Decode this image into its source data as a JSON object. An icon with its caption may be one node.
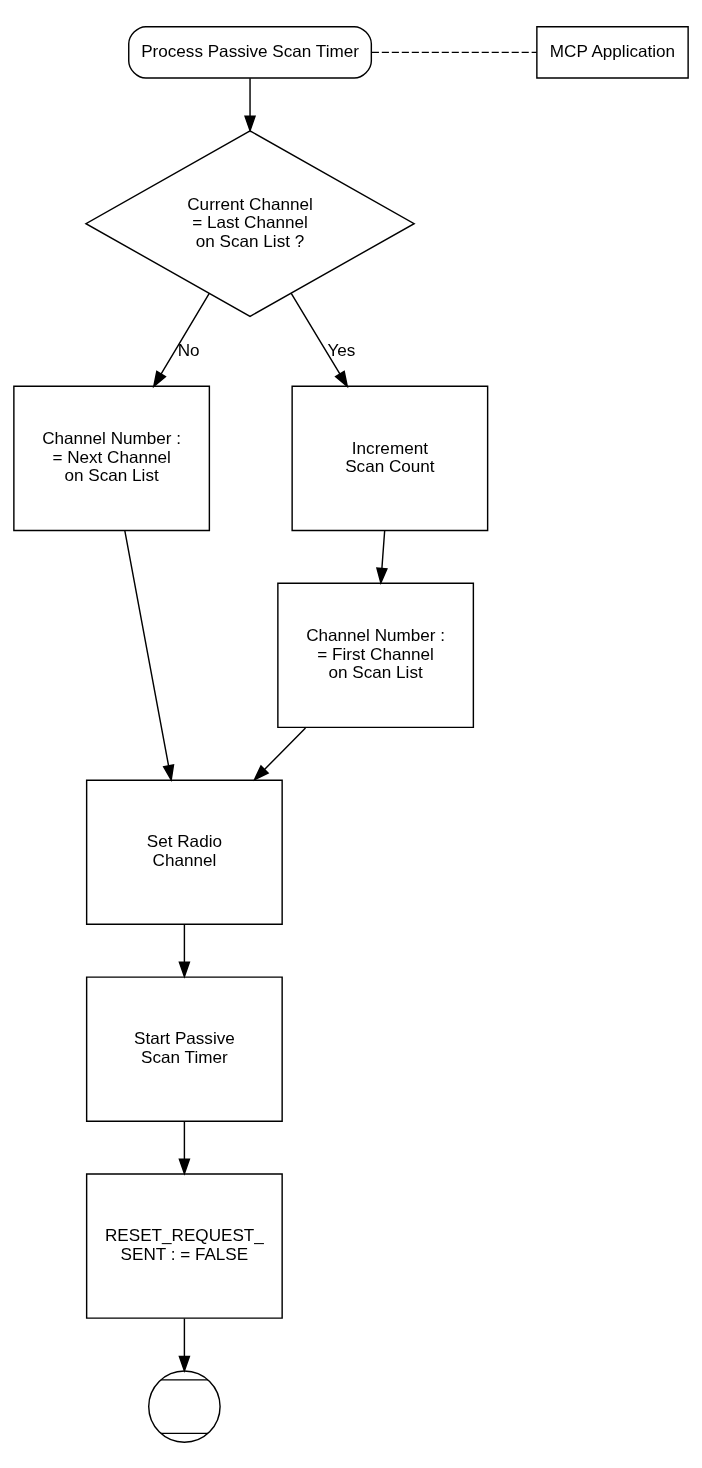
{
  "diagram": {
    "nodes": [
      {
        "text": [
          "Process Passive Scan Timer"
        ]
      },
      {
        "text": [
          "MCP Application"
        ]
      },
      {
        "text": [
          "Current Channel = Last Channel on Scan List ?"
        ]
      },
      {
        "text": [
          "Channel Number : = Next Channel on Scan List"
        ]
      },
      {
        "text": [
          "Increment Scan Count"
        ]
      },
      {
        "text": [
          "Channel Number : = First Channel on Scan List"
        ]
      },
      {
        "text": [
          "Set Radio Channel"
        ]
      },
      {
        "text": [
          "Start Passive Scan Timer"
        ]
      },
      {
        "text": [
          "RESET_REQUEST_ SENT : = FALSE"
        ]
      },
      {
        "text": [],
        "shape": "circle"
      }
    ],
    "edges": [
      {
        "from": 0,
        "to": 1,
        "arrow": "none",
        "style": "dashed"
      },
      {
        "from": 0,
        "to": 2,
        "arrow": "to"
      },
      {
        "from": 2,
        "to": 4,
        "arrow": "to",
        "label": "Yes"
      },
      {
        "from": 2,
        "to": 3,
        "arrow": "to",
        "label": "No"
      },
      {
        "from": 4,
        "to": 5,
        "arrow": "to"
      },
      {
        "from": 3,
        "to": 6,
        "arrow": "to"
      },
      {
        "from": 5,
        "to": 6,
        "arrow": "to"
      },
      {
        "from": 6,
        "to": 7,
        "arrow": "to"
      },
      {
        "from": 7,
        "to": 8,
        "arrow": "to"
      },
      {
        "from": 8,
        "to": 9,
        "arrow": "to"
      }
    ]
  }
}
